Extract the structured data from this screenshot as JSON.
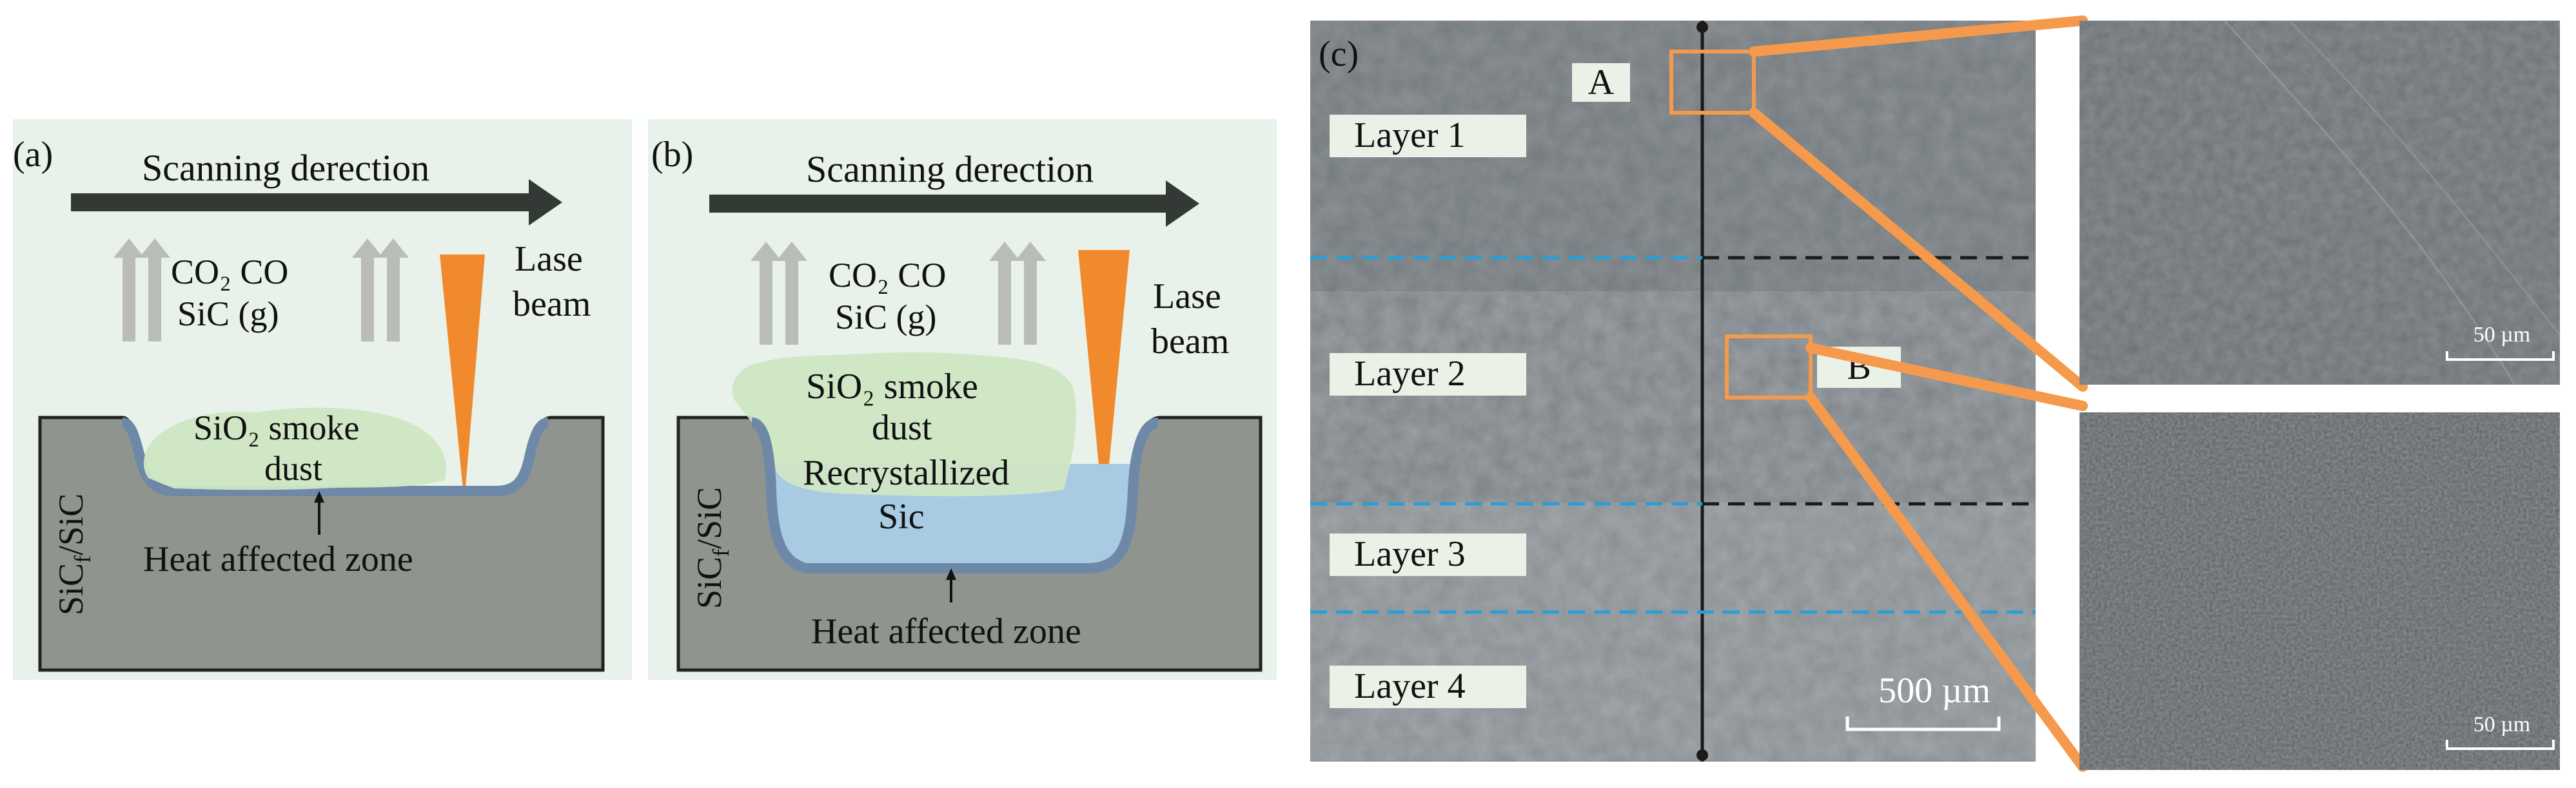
{
  "panel_a": {
    "label": "(a)",
    "scan_direction": "Scanning derection",
    "gas_line1": "CO₂ CO",
    "gas_line2": "SiC (g)",
    "laser_line1": "Lase",
    "laser_line2": "beam",
    "dust_line1": "SiO₂ smoke",
    "dust_line2": "dust",
    "haz": "Heat affected zone",
    "material": "SiC",
    "material_sub": "f",
    "material_tail": "/SiC"
  },
  "panel_b": {
    "label": "(b)",
    "scan_direction": "Scanning derection",
    "gas_line1": "CO₂ CO",
    "gas_line2": "SiC (g)",
    "laser_line1": "Lase",
    "laser_line2": "beam",
    "dust_line1": "SiO₂ smoke",
    "dust_line2": "dust",
    "recryst_line1": "Recrystallized",
    "recryst_line2": "Sic",
    "haz": "Heat affected zone",
    "material": "SiC",
    "material_sub": "f",
    "material_tail": "/SiC"
  },
  "panel_c": {
    "label": "(c)",
    "layers": [
      "Layer 1",
      "Layer 2",
      "Layer 3",
      "Layer 4"
    ],
    "region_a": "A",
    "region_b": "B",
    "scale_main": "500 µm",
    "scale_zoom_a": "50 µm",
    "scale_zoom_b": "50 µm"
  },
  "colors": {
    "panel_bg": "#e8f2ea",
    "substrate": "#8f948f",
    "haz_layer": "#6e88a8",
    "recrystallized": "#a8cbe3",
    "smoke_dust": "#cfe6c4",
    "laser": "#f08a2c",
    "arrow_dark": "#333a35",
    "gas_arrow": "#b9bcb9",
    "callout": "#f59a4c",
    "layer_divider": "#2a9fd6",
    "sem_dark": "#5d6266",
    "sem_light": "#8e9498"
  }
}
